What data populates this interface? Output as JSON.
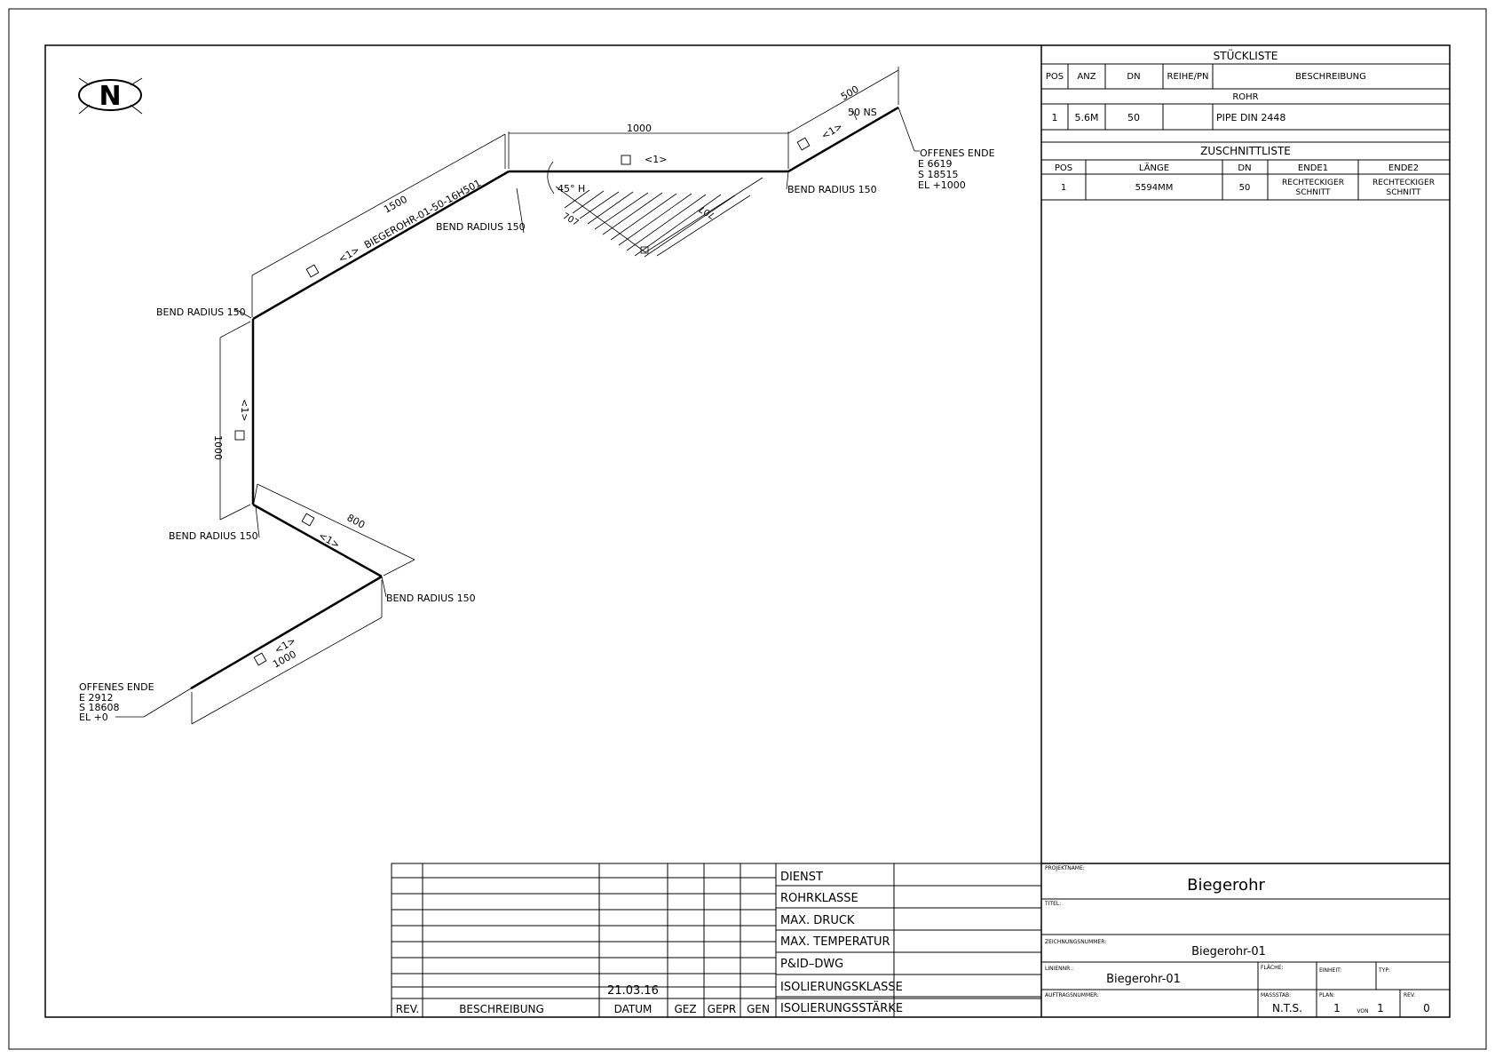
{
  "drawing": {
    "north_letter": "N",
    "pipe_label": "BIEGEROHR-01-50-16H501",
    "bend_radius_label": "BEND RADIUS 150",
    "item_tag": "<1>",
    "dimensions": [
      "1500",
      "1000",
      "500",
      "1000",
      "800",
      "1000"
    ],
    "angle_label": "45° H",
    "hatch_dims": [
      "707",
      "707"
    ],
    "nominal_size": "50 NS",
    "open_end_top": [
      "OFFENES ENDE",
      "E 6619",
      "S 18515",
      "EL +1000"
    ],
    "open_end_bottom": [
      "OFFENES ENDE",
      "E 2912",
      "S 18608",
      "EL +0"
    ]
  },
  "bom": {
    "title": "STÜCKLISTE",
    "headers": [
      "POS",
      "ANZ",
      "DN",
      "REIHE/PN",
      "BESCHREIBUNG"
    ],
    "section": "ROHR",
    "row": [
      "1",
      "5.6M",
      "50",
      "",
      "PIPE DIN 2448"
    ]
  },
  "cut_list": {
    "title": "ZUSCHNITTLISTE",
    "headers": [
      "POS",
      "LÄNGE",
      "DN",
      "ENDE1",
      "ENDE2"
    ],
    "row": [
      "1",
      "5594MM",
      "50",
      "RECHTECKIGER",
      "RECHTECKIGER"
    ],
    "row2": "SCHNITT"
  },
  "revision_table": {
    "date": "21.03.16",
    "headers": [
      "REV.",
      "BESCHREIBUNG",
      "DATUM",
      "GEZ",
      "GEPR",
      "GEN"
    ],
    "properties": [
      "DIENST",
      "ROHRKLASSE",
      "MAX. DRUCK",
      "MAX. TEMPERATUR",
      "P&ID–DWG",
      "ISOLIERUNGSKLASSE",
      "ISOLIERUNGSSTÄRKE"
    ]
  },
  "title_block": {
    "project_label": "PROJEKTNAME:",
    "project_name": "Biegerohr",
    "title_label": "TITEL:",
    "drawing_no_label": "ZEICHNUNGSNUMMER:",
    "drawing_no": "Biegerohr-01",
    "line_no_label": "LINIENNR.:",
    "line_no": "Biegerohr-01",
    "area_label": "FLÄCHE:",
    "unit_label": "EINHEIT:",
    "type_label": "TYP:",
    "order_label": "AUFTRAGSNUMMER:",
    "scale_label": "MASSSTAB:",
    "scale": "N.T.S.",
    "plan_label": "PLAN:",
    "plan_no": "1",
    "von": "VON",
    "plan_total": "1",
    "rev_label": "REV.",
    "rev": "0"
  }
}
